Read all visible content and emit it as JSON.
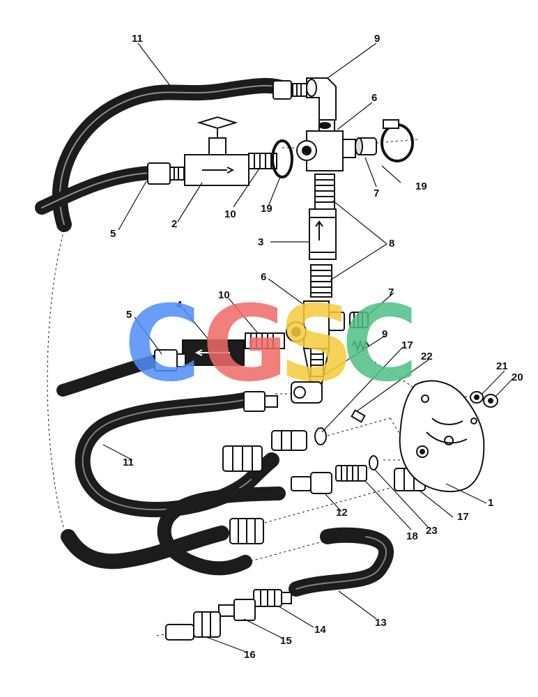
{
  "diagram": {
    "part_numbers": [
      "1",
      "2",
      "3",
      "4",
      "5",
      "5",
      "6",
      "6",
      "7",
      "7",
      "8",
      "9",
      "9",
      "10",
      "10",
      "11",
      "11",
      "12",
      "13",
      "14",
      "15",
      "16",
      "17",
      "17",
      "18",
      "19",
      "19",
      "20",
      "21",
      "22",
      "23"
    ]
  },
  "watermark": {
    "letters": [
      "C",
      "G",
      "S",
      "C"
    ],
    "colors": [
      "#4f8ef7",
      "#ef6b66",
      "#f6cb3c",
      "#4fbf86"
    ]
  },
  "colors": {
    "ink": "#111111",
    "hose": "#1c1c1c",
    "paper": "#ffffff"
  }
}
